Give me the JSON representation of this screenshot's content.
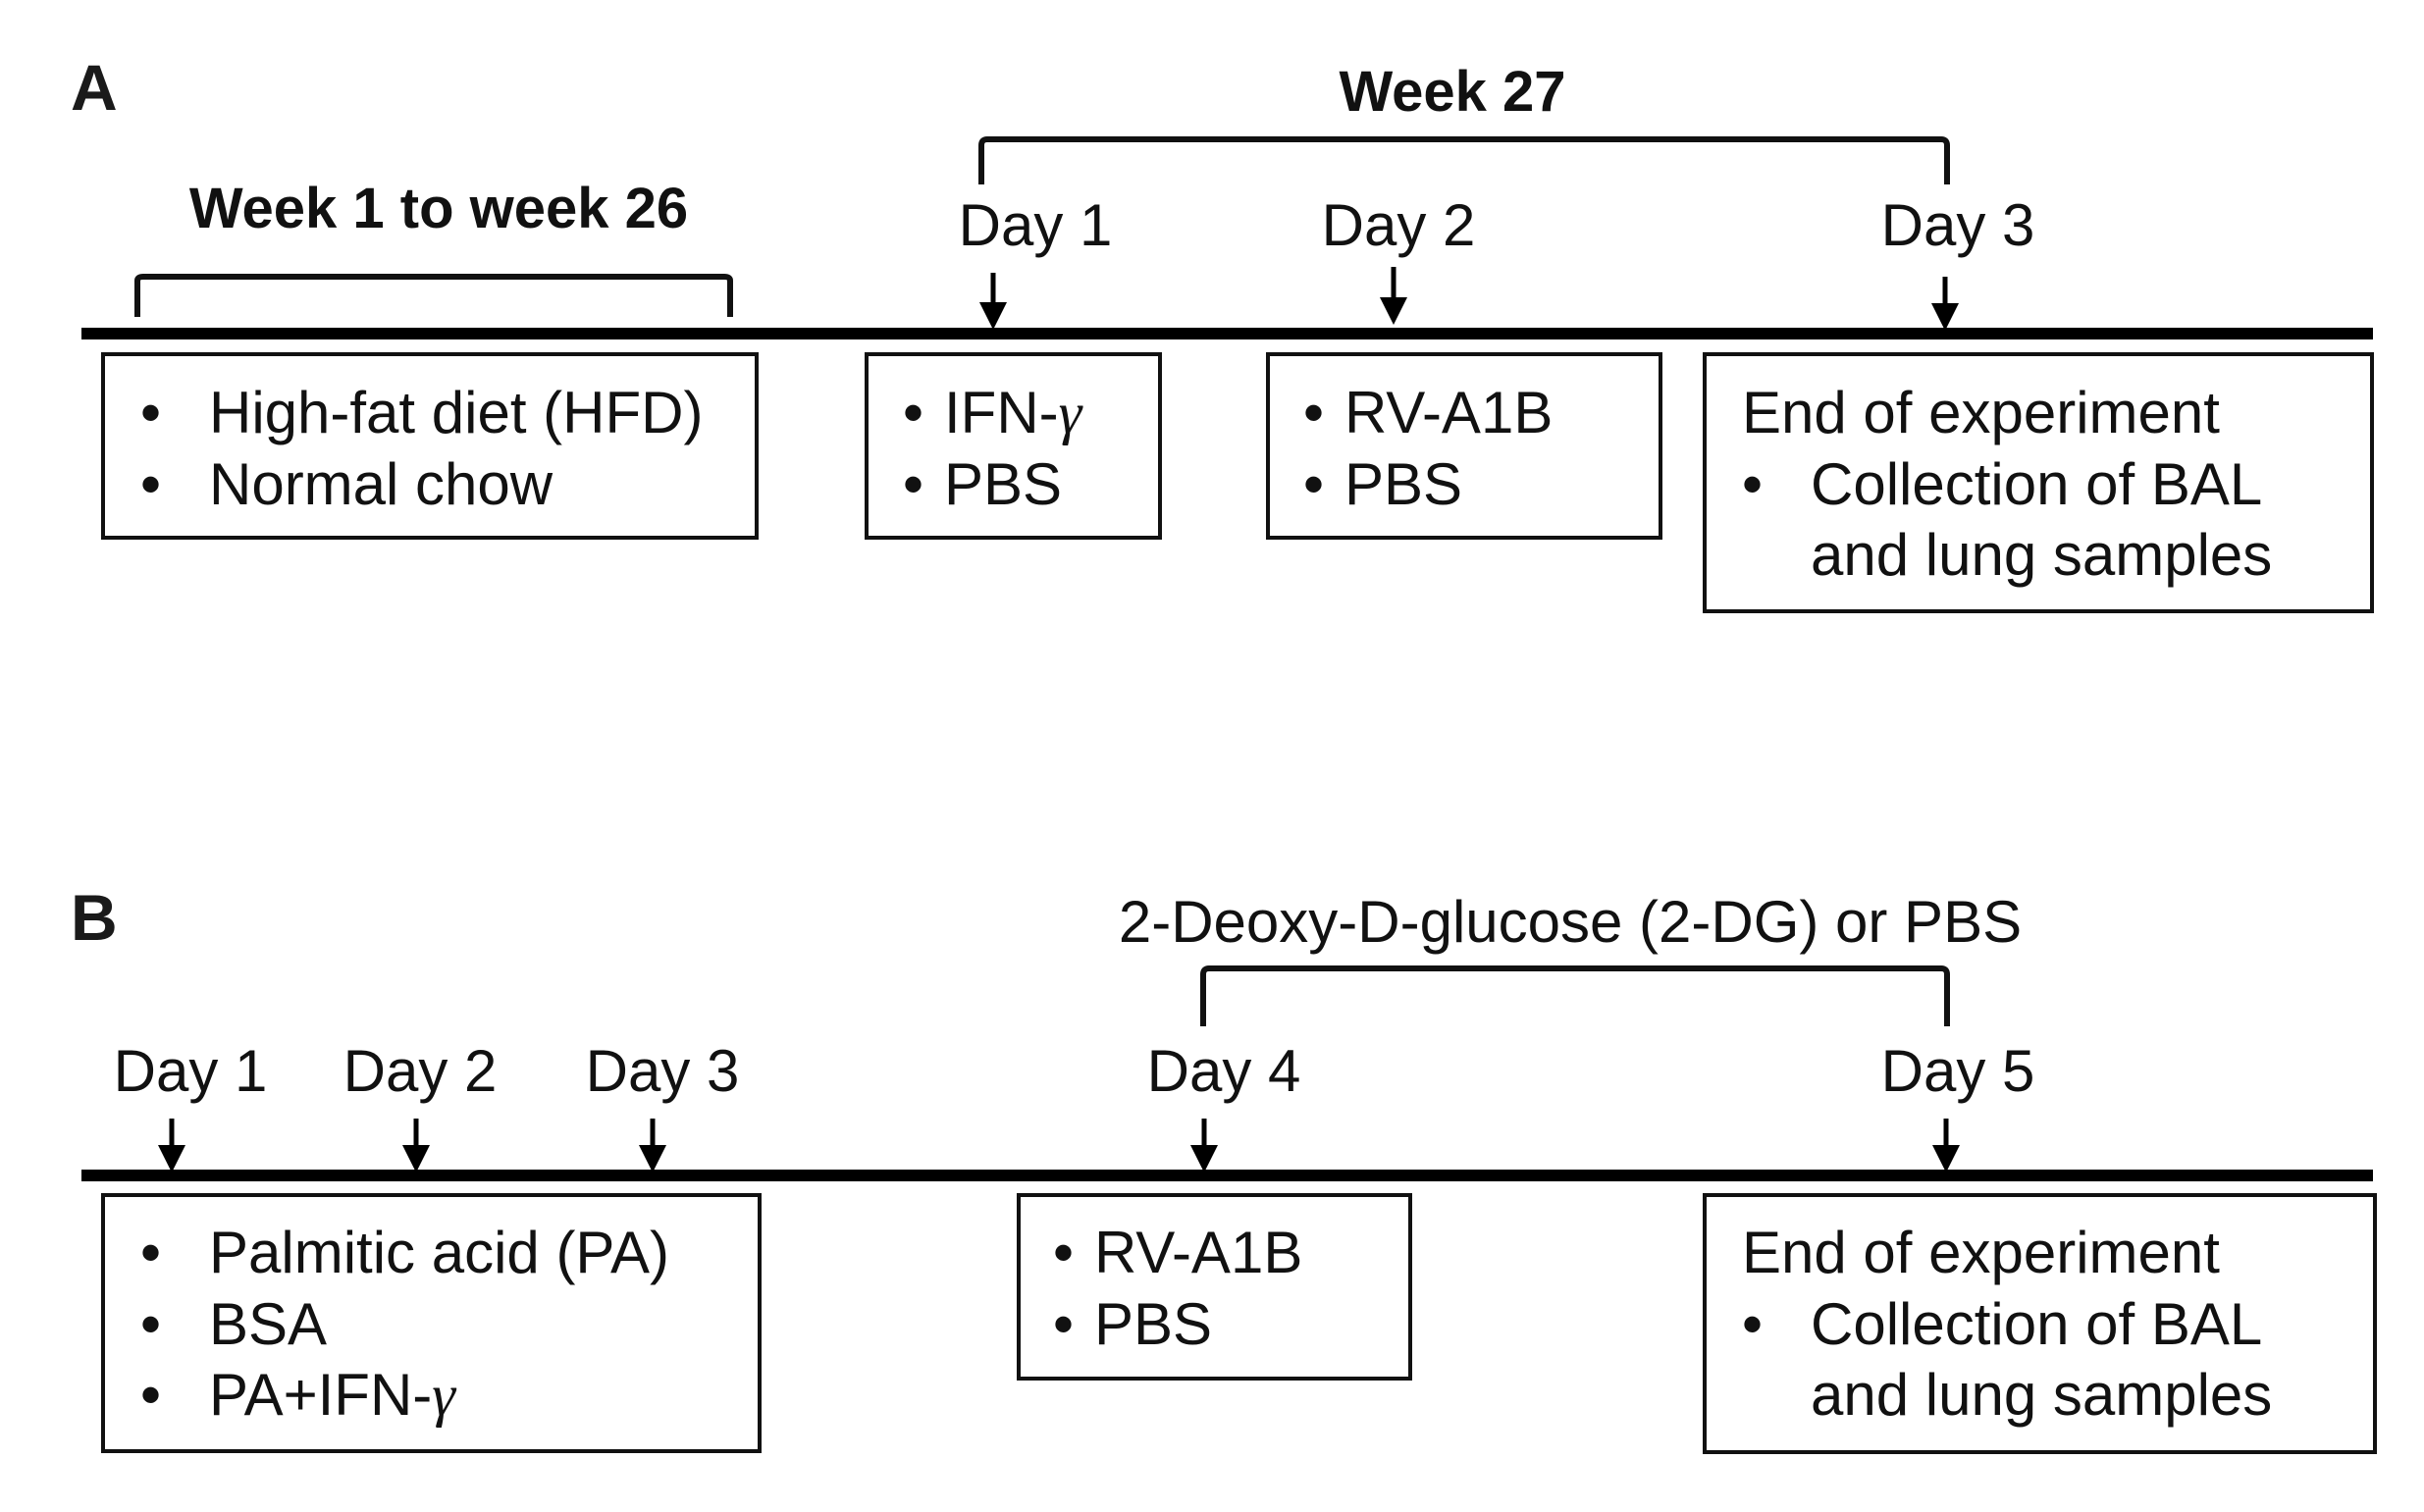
{
  "panel_a": {
    "letter": "A",
    "phase1_label": "Week 1 to week 26",
    "phase2_label": "Week 27",
    "days": [
      "Day 1",
      "Day 2",
      "Day 3"
    ],
    "box_diet": {
      "items": [
        "High-fat diet (HFD)",
        "Normal chow"
      ]
    },
    "box_ifn": {
      "items": [
        {
          "text": "IFN-",
          "greek": "γ"
        },
        {
          "text": "PBS",
          "greek": ""
        }
      ]
    },
    "box_rv": {
      "items": [
        "RV-A1B",
        "PBS"
      ]
    },
    "box_end": {
      "heading": "End of experiment",
      "item_line1": "Collection of BAL",
      "item_line2": "and lung samples"
    }
  },
  "panel_b": {
    "letter": "B",
    "treatment_label": "2-Deoxy-D-glucose (2-DG) or PBS",
    "days": [
      "Day 1",
      "Day 2",
      "Day 3",
      "Day 4",
      "Day 5"
    ],
    "box_pa": {
      "items": [
        {
          "text": "Palmitic acid (PA)",
          "greek": ""
        },
        {
          "text": "BSA",
          "greek": ""
        },
        {
          "text": "PA+IFN-",
          "greek": "γ"
        }
      ]
    },
    "box_rv": {
      "items": [
        "RV-A1B",
        "PBS"
      ]
    },
    "box_end": {
      "heading": "End of experiment",
      "item_line1": "Collection of BAL",
      "item_line2": "and lung samples"
    }
  },
  "bullet_char": "•"
}
